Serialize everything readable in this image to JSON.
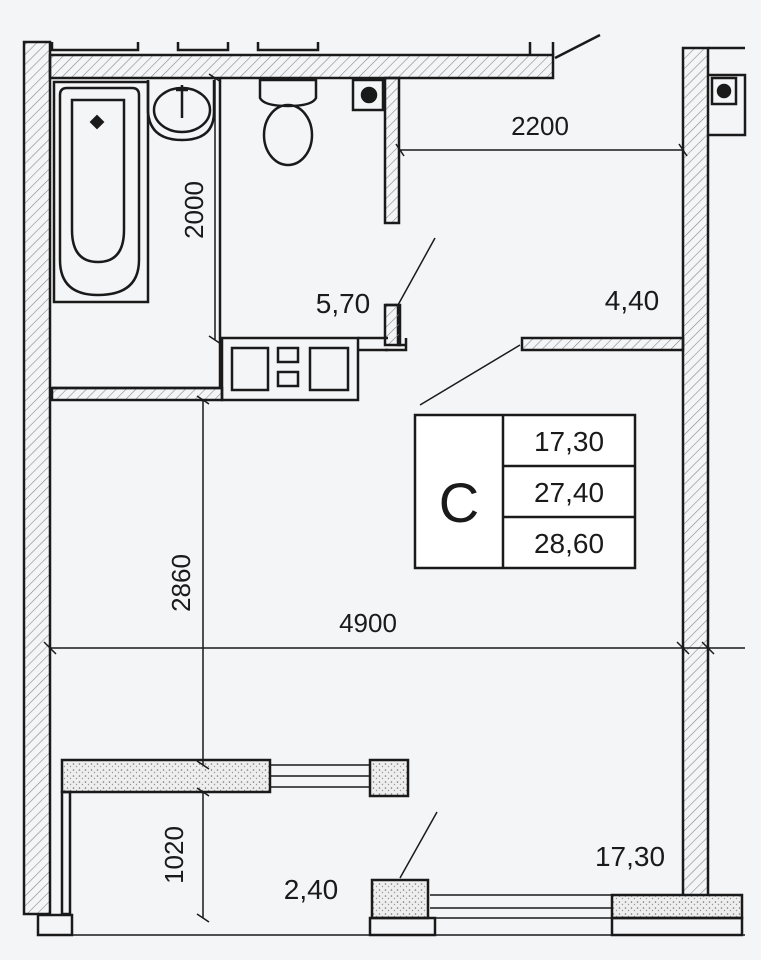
{
  "plan": {
    "dimensions": {
      "width_top": "2200",
      "bath_height": "2000",
      "room_depth": "2860",
      "room_width": "4900",
      "balcony_depth": "1020"
    },
    "areas": {
      "bathroom": "5,70",
      "hall": "4,40",
      "room": "17,30",
      "balcony": "2,40"
    },
    "summary_table": {
      "type_label": "C",
      "values": [
        "17,30",
        "27,40",
        "28,60"
      ]
    },
    "colors": {
      "line": "#1a1a1a",
      "background": "#f4f5f6"
    }
  }
}
